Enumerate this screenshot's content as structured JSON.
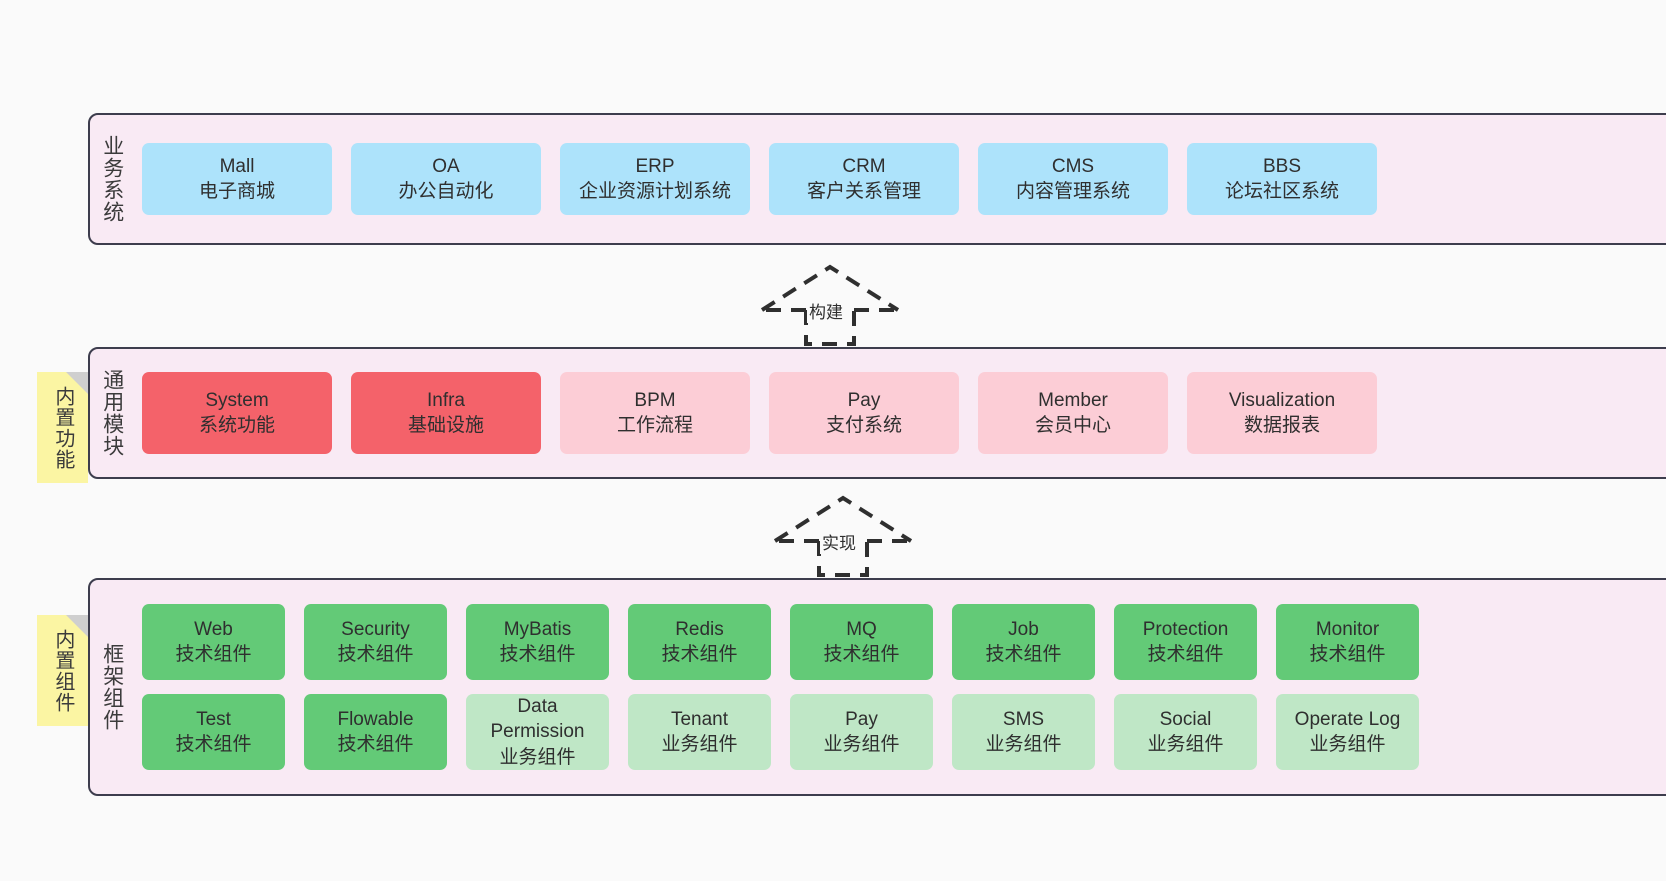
{
  "page": {
    "background": "#fafafa",
    "layer_fill": "#f9eaf4",
    "layer_border": "#3d3d4d",
    "note_fill": "#fbf5a3"
  },
  "layers": [
    {
      "id": "business-systems",
      "title": "业务系统",
      "accent": "#ade3fb",
      "rows": [
        [
          {
            "name": "Mall",
            "sub": "电子商城",
            "color": "blue"
          },
          {
            "name": "OA",
            "sub": "办公自动化",
            "color": "blue"
          },
          {
            "name": "ERP",
            "sub": "企业资源计划系统",
            "color": "blue"
          },
          {
            "name": "CRM",
            "sub": "客户关系管理",
            "color": "blue"
          },
          {
            "name": "CMS",
            "sub": "内容管理系统",
            "color": "blue"
          },
          {
            "name": "BBS",
            "sub": "论坛社区系统",
            "color": "blue"
          }
        ]
      ]
    },
    {
      "id": "common-modules",
      "title": "通用模块",
      "note": "内置功能",
      "accent": "#f4626a",
      "rows": [
        [
          {
            "name": "System",
            "sub": "系统功能",
            "color": "red"
          },
          {
            "name": "Infra",
            "sub": "基础设施",
            "color": "red"
          },
          {
            "name": "BPM",
            "sub": "工作流程",
            "color": "pink"
          },
          {
            "name": "Pay",
            "sub": "支付系统",
            "color": "pink"
          },
          {
            "name": "Member",
            "sub": "会员中心",
            "color": "pink"
          },
          {
            "name": "Visualization",
            "sub": "数据报表",
            "color": "pink"
          }
        ]
      ]
    },
    {
      "id": "framework-components",
      "title": "框架组件",
      "note": "内置组件",
      "accent": "#63ca77",
      "rows": [
        [
          {
            "name": "Web",
            "sub": "技术组件",
            "color": "green"
          },
          {
            "name": "Security",
            "sub": "技术组件",
            "color": "green"
          },
          {
            "name": "MyBatis",
            "sub": "技术组件",
            "color": "green"
          },
          {
            "name": "Redis",
            "sub": "技术组件",
            "color": "green"
          },
          {
            "name": "MQ",
            "sub": "技术组件",
            "color": "green"
          },
          {
            "name": "Job",
            "sub": "技术组件",
            "color": "green"
          },
          {
            "name": "Protection",
            "sub": "技术组件",
            "color": "green"
          },
          {
            "name": "Monitor",
            "sub": "技术组件",
            "color": "green"
          }
        ],
        [
          {
            "name": "Test",
            "sub": "技术组件",
            "color": "green"
          },
          {
            "name": "Flowable",
            "sub": "技术组件",
            "color": "green"
          },
          {
            "name": "Data Permission",
            "sub": "业务组件",
            "color": "lightgreen",
            "wrap": true
          },
          {
            "name": "Tenant",
            "sub": "业务组件",
            "color": "lightgreen"
          },
          {
            "name": "Pay",
            "sub": "业务组件",
            "color": "lightgreen"
          },
          {
            "name": "SMS",
            "sub": "业务组件",
            "color": "lightgreen"
          },
          {
            "name": "Social",
            "sub": "业务组件",
            "color": "lightgreen"
          },
          {
            "name": "Operate Log",
            "sub": "业务组件",
            "color": "lightgreen"
          }
        ]
      ]
    }
  ],
  "connectors": [
    {
      "id": "build",
      "label": "构建"
    },
    {
      "id": "implement",
      "label": "实现"
    }
  ]
}
